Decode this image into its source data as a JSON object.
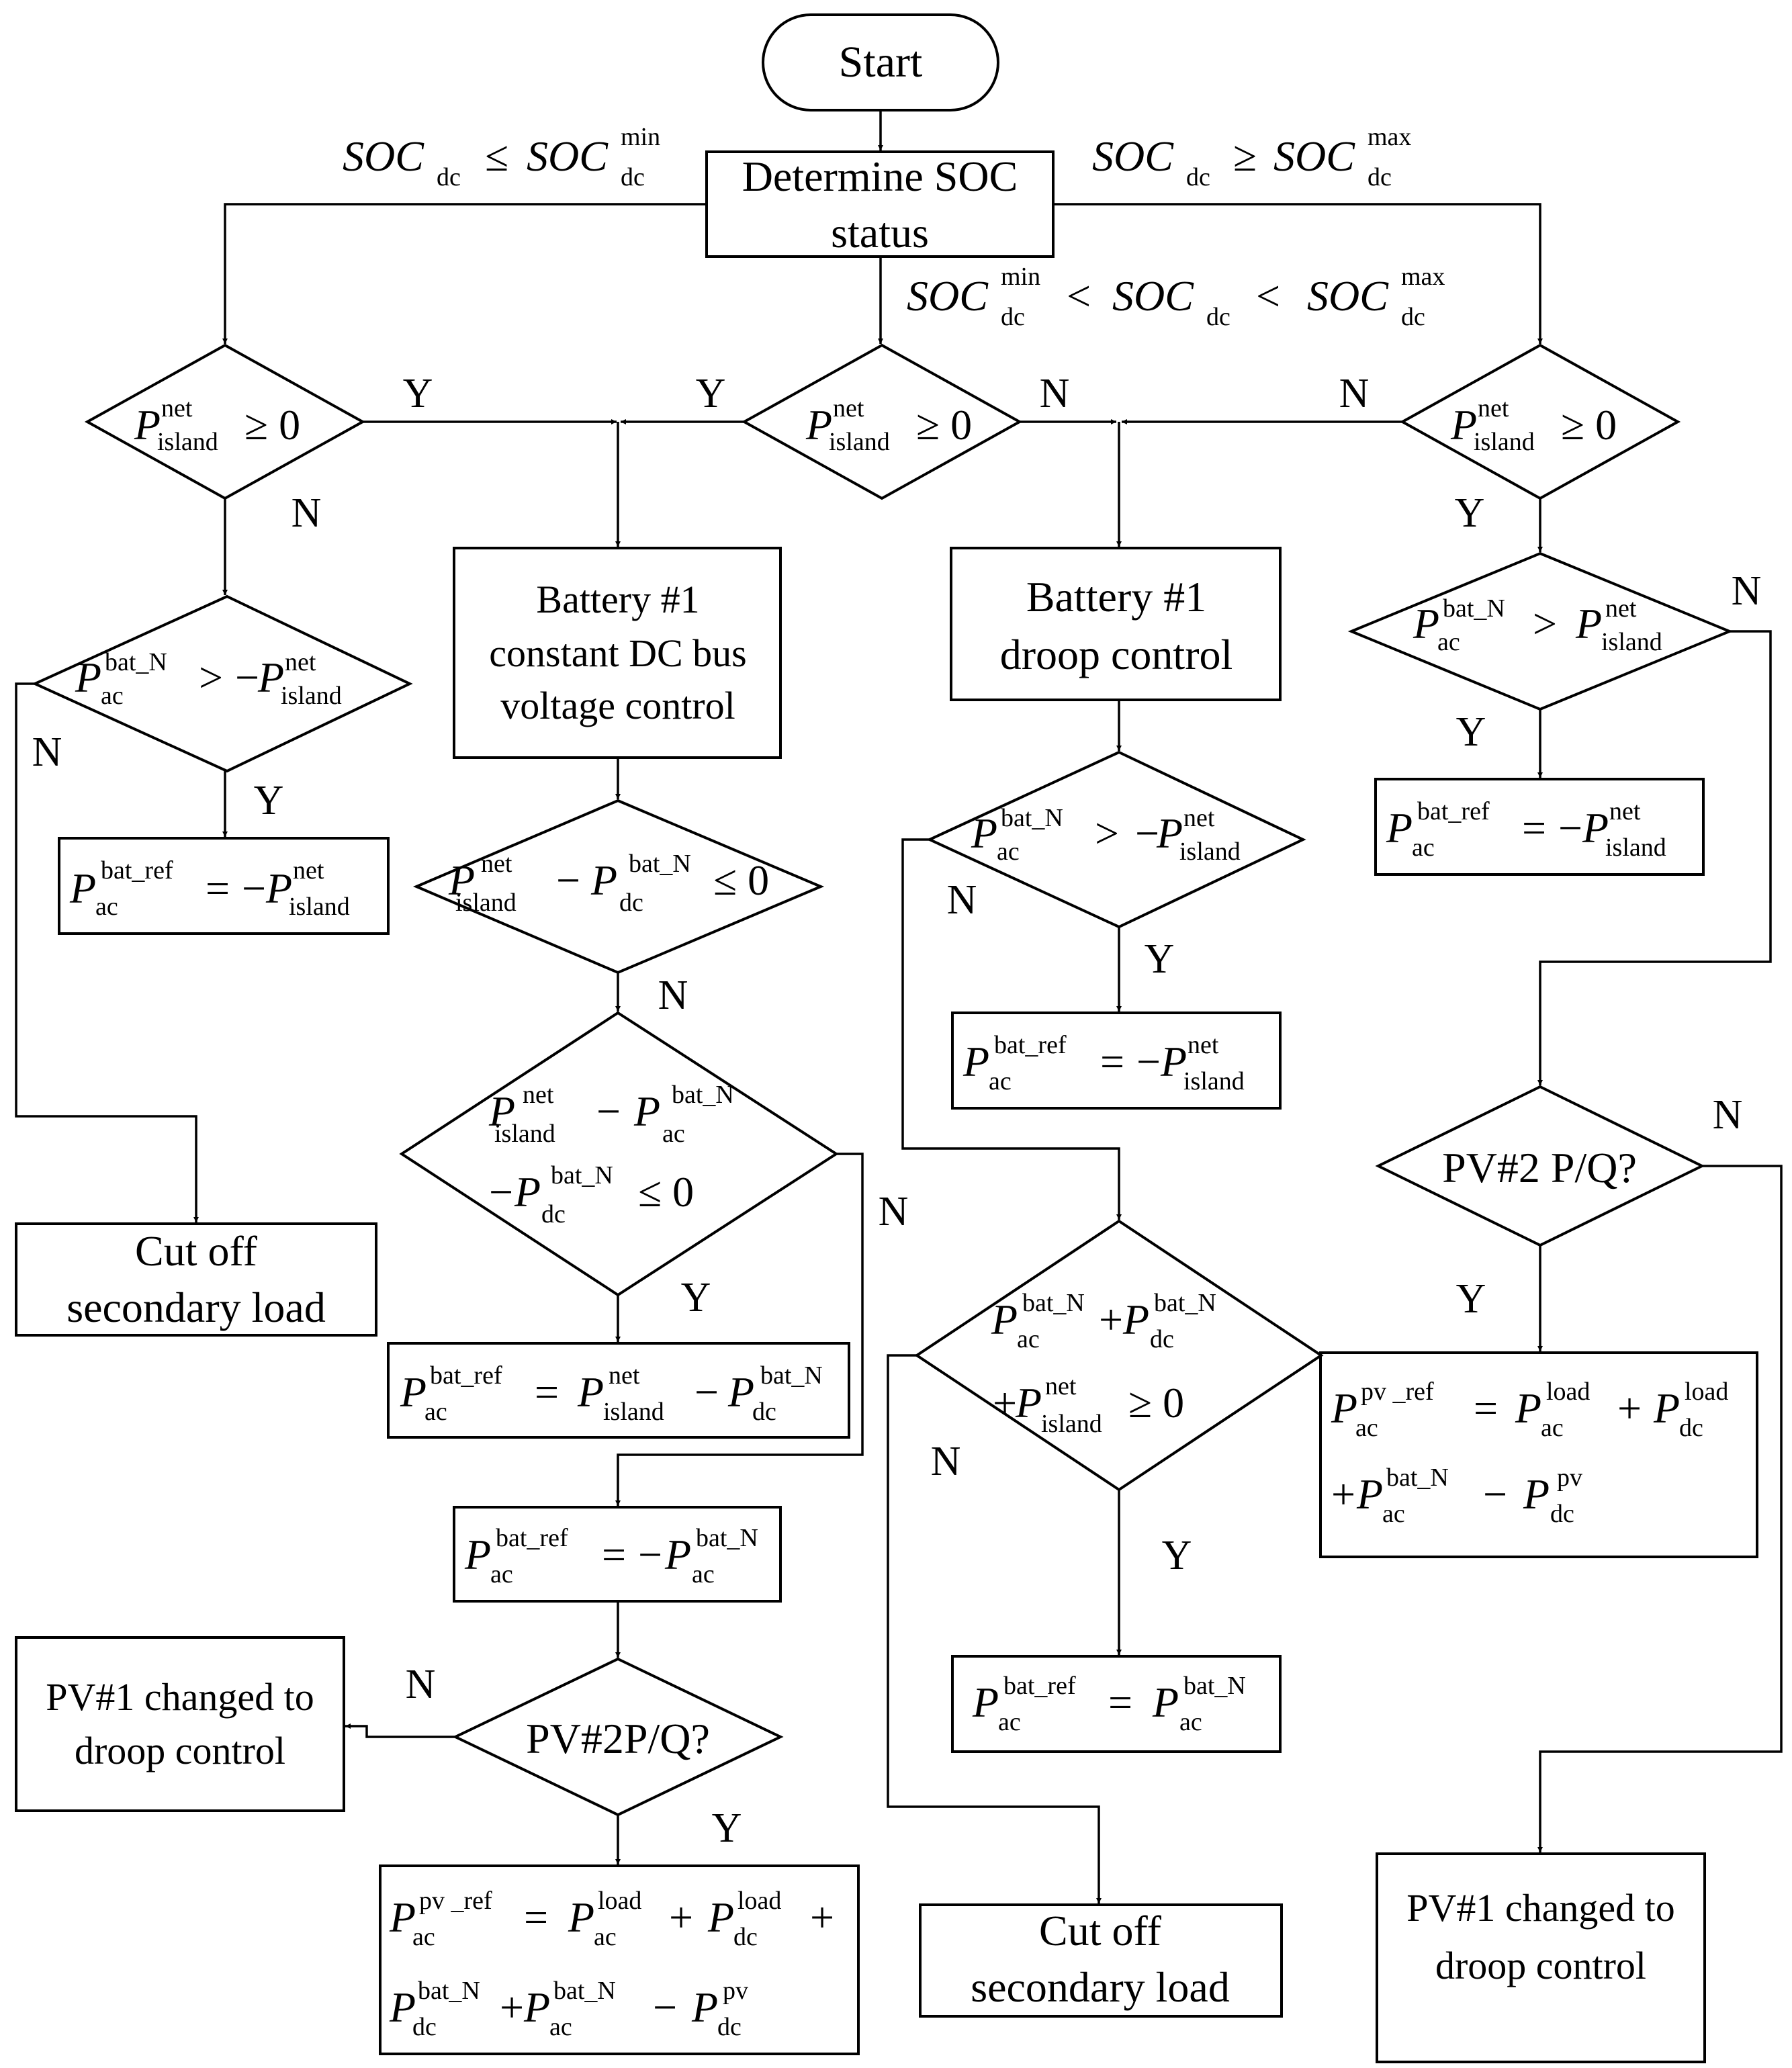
{
  "nodes": {
    "start": "Start",
    "determine_l1": "Determine SOC",
    "determine_l2": "status",
    "batt_const_l1": "Battery #1",
    "batt_const_l2": "constant DC bus",
    "batt_const_l3": "voltage control",
    "batt_droop_l1": "Battery #1",
    "batt_droop_l2": "droop control",
    "cutoff_left_l1": "Cut off",
    "cutoff_left_l2": "secondary load",
    "cutoff_mid_l1": "Cut off",
    "cutoff_mid_l2": "secondary load",
    "pv1_left_l1": "PV#1 changed to",
    "pv1_left_l2": "droop control",
    "pv1_right_l1": "PV#1 changed to",
    "pv1_right_l2": "droop control",
    "pvq_left": "PV#2P/Q?",
    "pvq_right": "PV#2 P/Q?"
  },
  "edge_labels": {
    "Y": "Y",
    "N": "N"
  },
  "conditions": {
    "soc_left": "SOC_dc ≤ SOC_dc^min",
    "soc_right": "SOC_dc ≥ SOC_dc^max",
    "soc_mid": "SOC_dc^min < SOC_dc < SOC_dc^max"
  },
  "symbols": {
    "P": "P",
    "SOC": "SOC",
    "sub_ac": "ac",
    "sub_dc": "dc",
    "sub_island": "island",
    "sup_net": "net",
    "sup_batN": "bat_N",
    "sup_batref": "bat_ref",
    "sup_pvref": "pv _ref",
    "sup_load": "load",
    "sup_pv": "pv",
    "sup_min": "min",
    "sup_max": "max",
    "ge0": "≥ 0",
    "le0": "≤ 0",
    "gt": ">",
    "ge": "≥",
    "le": "≤",
    "lt": "<",
    "eq": "=",
    "plus": "+",
    "minus": "−"
  }
}
